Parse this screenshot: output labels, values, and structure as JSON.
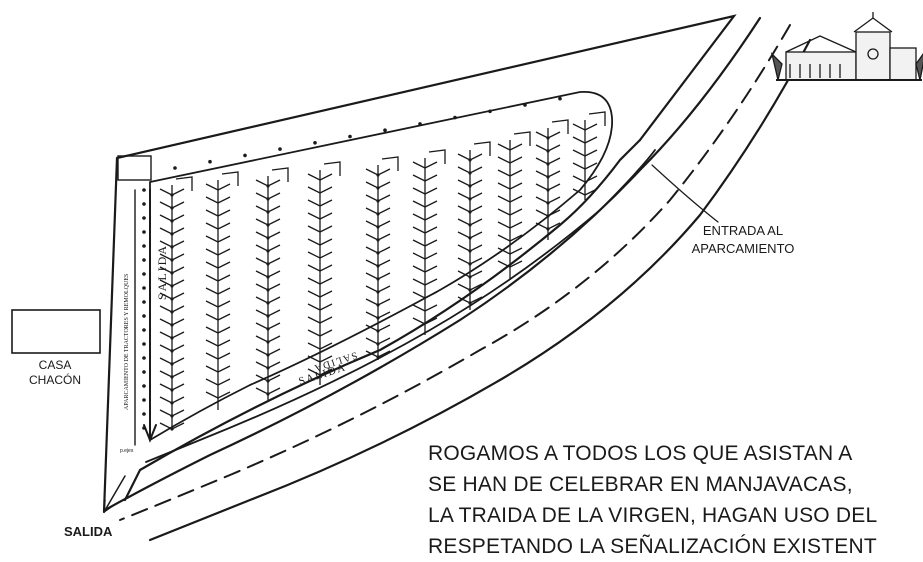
{
  "map": {
    "labels": {
      "entrada": [
        "ENTRADA AL",
        "APARCAMIENTO"
      ],
      "casa": [
        "CASA",
        "CHACÓN"
      ],
      "salida_bottom": "SALIDA",
      "salida_vertical": "SALIDA",
      "salida_lower": "SALIDA",
      "tractores_strip": "APARCAMIENTO DE TRACTORES Y REMOLQUES",
      "tiny_marker": "p.ejes"
    },
    "notice_lines": [
      "ROGAMOS A TODOS LOS QUE ASISTAN A",
      "SE HAN DE CELEBRAR EN MANJAVACAS,",
      "LA TRAIDA DE LA VIRGEN, HAGAN USO DEL",
      "RESPETANDO LA SEÑALIZACIÓN EXISTENT"
    ],
    "colors": {
      "ink": "#1a1a1a",
      "background": "#ffffff"
    },
    "icons": [
      "church-icon",
      "car-dot-icon",
      "parking-chevron-icon",
      "direction-arrow-icon"
    ]
  }
}
